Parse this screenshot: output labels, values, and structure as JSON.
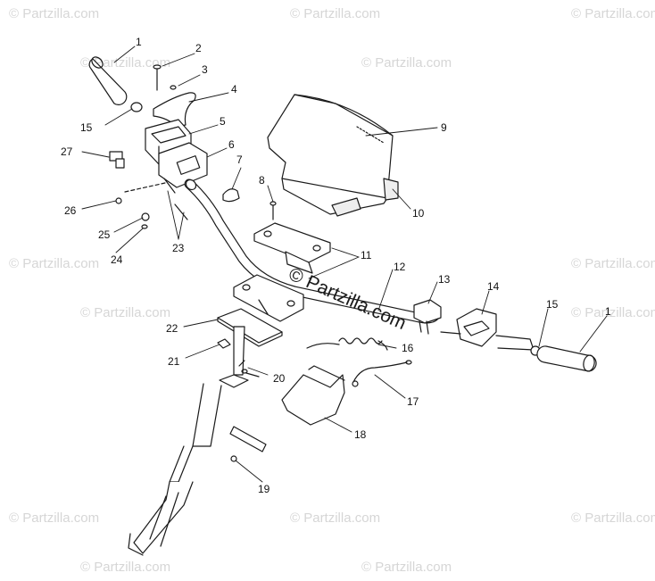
{
  "watermark": {
    "text": "© Partzilla.com",
    "center_text": "© Partzilla.com"
  },
  "callouts": {
    "c1a": "1",
    "c2": "2",
    "c3": "3",
    "c4": "4",
    "c5": "5",
    "c6": "6",
    "c7": "7",
    "c8": "8",
    "c9": "9",
    "c10": "10",
    "c11": "11",
    "c12": "12",
    "c13": "13",
    "c14": "14",
    "c15a": "15",
    "c15b": "15",
    "c1b": "1",
    "c16": "16",
    "c17": "17",
    "c18": "18",
    "c19": "19",
    "c20": "20",
    "c21": "21",
    "c22": "22",
    "c23": "23",
    "c24": "24",
    "c25": "25",
    "c26": "26",
    "c27": "27"
  },
  "colors": {
    "line": "#1a1a1a",
    "watermark": "#d6d6d6"
  }
}
